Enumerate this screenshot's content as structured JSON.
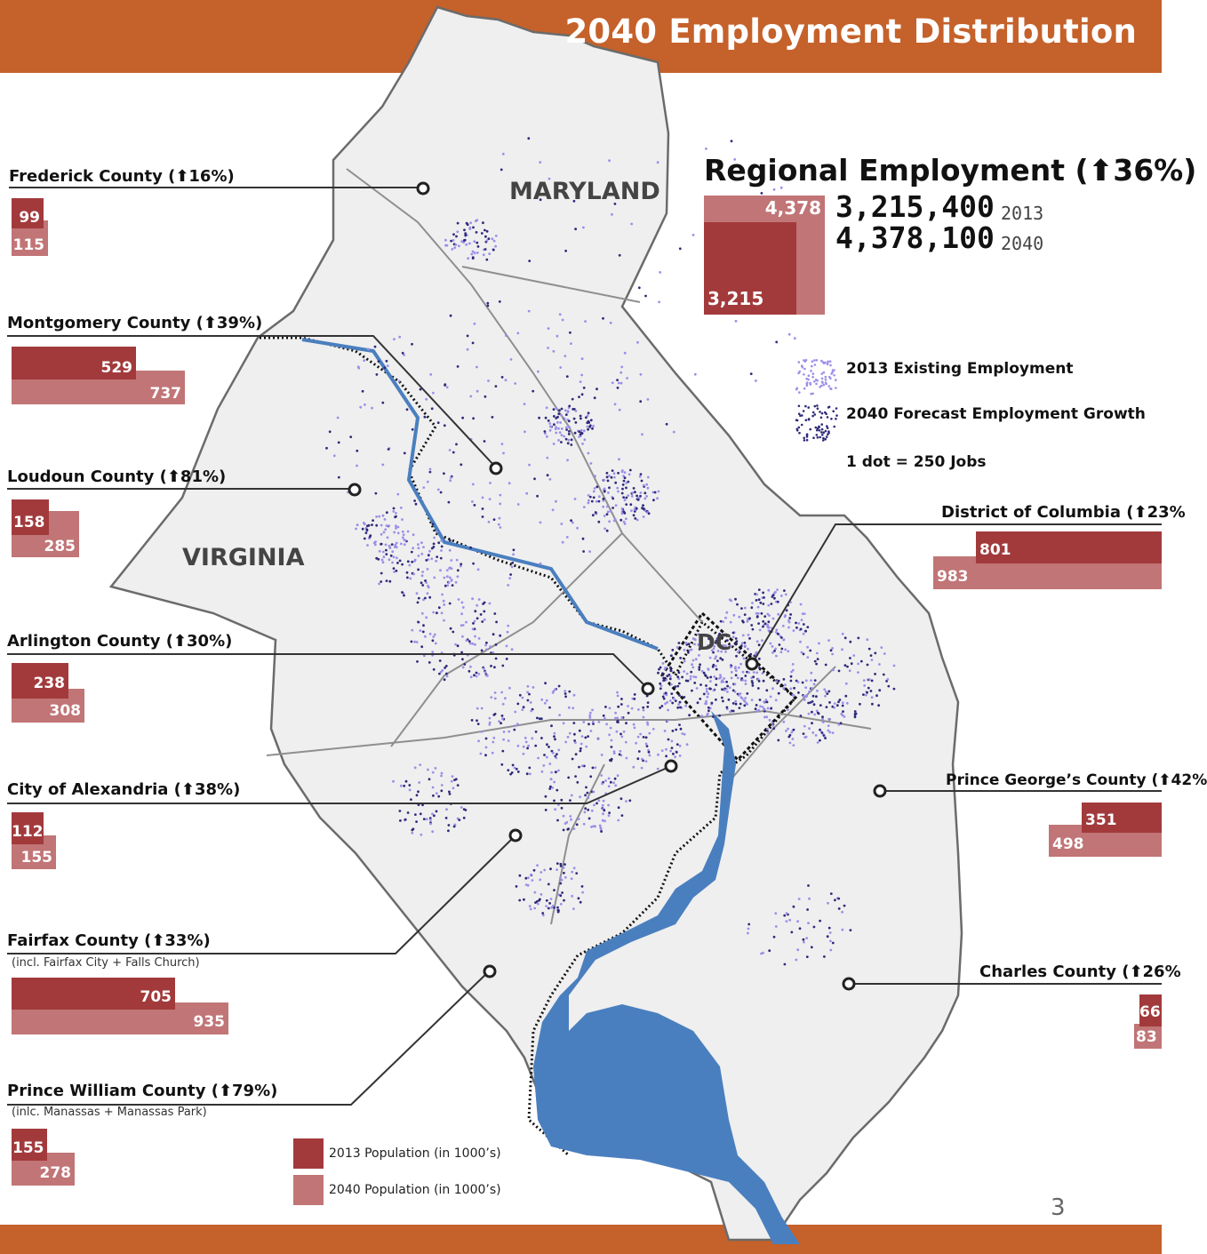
{
  "header": {
    "title": "2040 Employment Distribution",
    "accent": "#C5612A"
  },
  "colors": {
    "pop2013": "#A23A3C",
    "pop2040": "#C17576",
    "land": "#EFEFEF",
    "water": "#4A7FBF",
    "existing": "#9B8FE8",
    "growth": "#2E2A7A"
  },
  "place_labels": {
    "maryland": "MARYLAND",
    "virginia": "VIRGINIA",
    "dc": "DC"
  },
  "regional": {
    "title": "Regional Employment (⬆36%)",
    "val2013": "3,215,400",
    "year2013": "2013",
    "val2040": "4,378,100",
    "year2040": "2040",
    "bar2013": "3,215",
    "bar2040": "4,378"
  },
  "dot_legend": {
    "existing": "2013 Existing Employment",
    "growth": "2040 Forecast Employment Growth",
    "scale": "1 dot = 250 Jobs"
  },
  "pop_legend": {
    "p2013": "2013 Population (in 1000’s)",
    "p2040": "2040 Population (in 1000’s)"
  },
  "counties": {
    "frederick": {
      "name": "Frederick County (⬆16%)",
      "v2013": "99",
      "v2040": "115"
    },
    "montgomery": {
      "name": "Montgomery County (⬆39%)",
      "v2013": "529",
      "v2040": "737"
    },
    "loudoun": {
      "name": "Loudoun County (⬆81%)",
      "v2013": "158",
      "v2040": "285"
    },
    "arlington": {
      "name": "Arlington County (⬆30%)",
      "v2013": "238",
      "v2040": "308"
    },
    "alexandria": {
      "name": "City of Alexandria (⬆38%)",
      "v2013": "112",
      "v2040": "155"
    },
    "fairfax": {
      "name": "Fairfax County (⬆33%)",
      "sub": "(incl. Fairfax City + Falls Church)",
      "v2013": "705",
      "v2040": "935"
    },
    "princewilliam": {
      "name": "Prince William County (⬆79%)",
      "sub": "(inlc.  Manassas + Manassas Park)",
      "v2013": "155",
      "v2040": "278"
    },
    "dc": {
      "name": "District of Columbia (⬆23%",
      "v2013": "801",
      "v2040": "983"
    },
    "princegeorges": {
      "name": "Prince George’s County (⬆42%",
      "v2013": "351",
      "v2040": "498"
    },
    "charles": {
      "name": "Charles County (⬆26%",
      "v2013": "66",
      "v2040": "83"
    }
  },
  "page_number": "3"
}
